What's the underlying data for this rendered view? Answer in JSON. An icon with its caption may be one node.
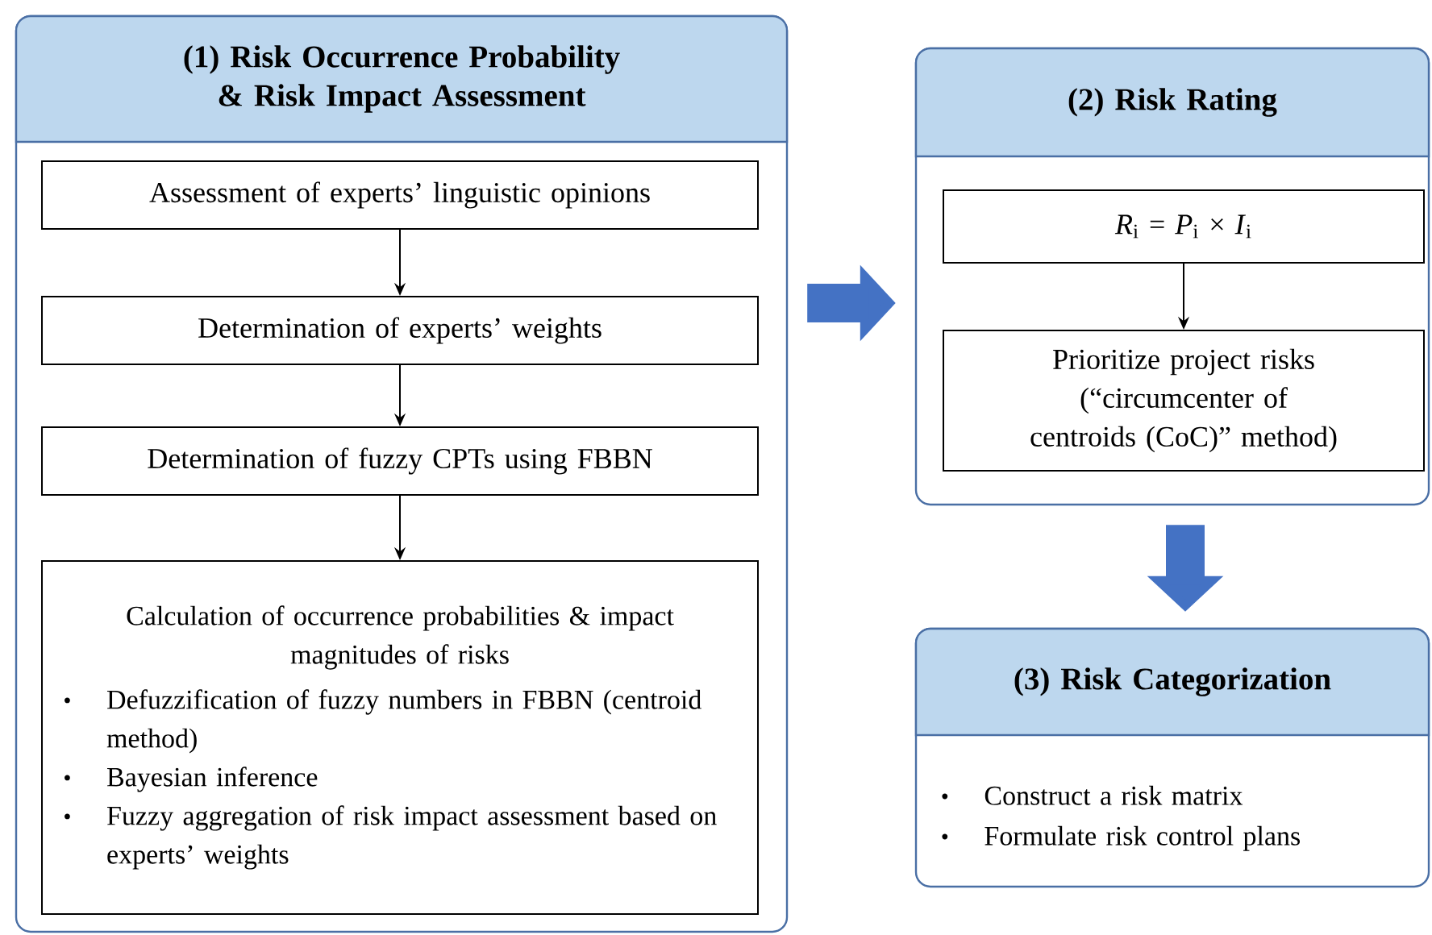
{
  "diagram": {
    "nodes": [
      {
        "text": [
          "(1) Risk Occurrence Probability & Risk Impact Assessment"
        ]
      },
      {
        "text": [
          "Assessment of experts’ linguistic opinions"
        ],
        "in": 0
      },
      {
        "text": [
          "Determination of experts’ weights"
        ],
        "in": 0
      },
      {
        "text": [
          "Determination of fuzzy CPTs using FBBN"
        ],
        "in": 0
      },
      {
        "text": [
          "Calculation of occurrence probabilities & impact magnitudes of risks",
          "Defuzzification of fuzzy numbers in FBBN (centroid method)",
          "Bayesian inference",
          "Fuzzy aggregation of risk impact assessment based on experts’ weights"
        ],
        "in": 0
      },
      {
        "text": [
          "(2) Risk Rating"
        ]
      },
      {
        "text": [
          "*R*$_{i}$ = *P*$_{i}$ × *I*$_{i}$"
        ],
        "in": 5
      },
      {
        "text": [
          "Prioritize project risks (“circumcenter of centroids (CoC)” method)"
        ],
        "in": 5
      },
      {
        "text": [
          "(3) Risk Categorization",
          "Construct a risk matrix",
          "Formulate risk control plans"
        ]
      }
    ],
    "edges": [
      {
        "from": 1,
        "to": 2,
        "arrow": "to"
      },
      {
        "from": 2,
        "to": 3,
        "arrow": "to"
      },
      {
        "from": 3,
        "to": 4,
        "arrow": "to"
      },
      {
        "from": 0,
        "to": 5,
        "arrow": "to",
        "style": "thick",
        "color": "#4472c4"
      },
      {
        "from": 6,
        "to": 7,
        "arrow": "to"
      },
      {
        "from": 5,
        "to": 8,
        "arrow": "to",
        "style": "thick",
        "color": "#4472c4"
      }
    ]
  }
}
